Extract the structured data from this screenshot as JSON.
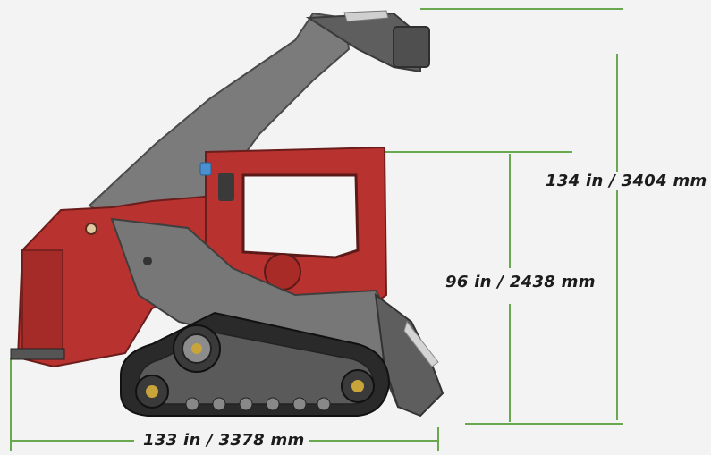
{
  "dimensions": {
    "overall_height": "134 in / 3404 mm",
    "cab_height": "96 in / 2438 mm",
    "length": "133 in / 3378 mm"
  },
  "colors": {
    "dimension_line": "#6aa84f",
    "body_red": "#b8322f",
    "arm_grey": "#7b7b7b",
    "track_dark": "#2a2a2a",
    "background": "#f3f3f3"
  }
}
